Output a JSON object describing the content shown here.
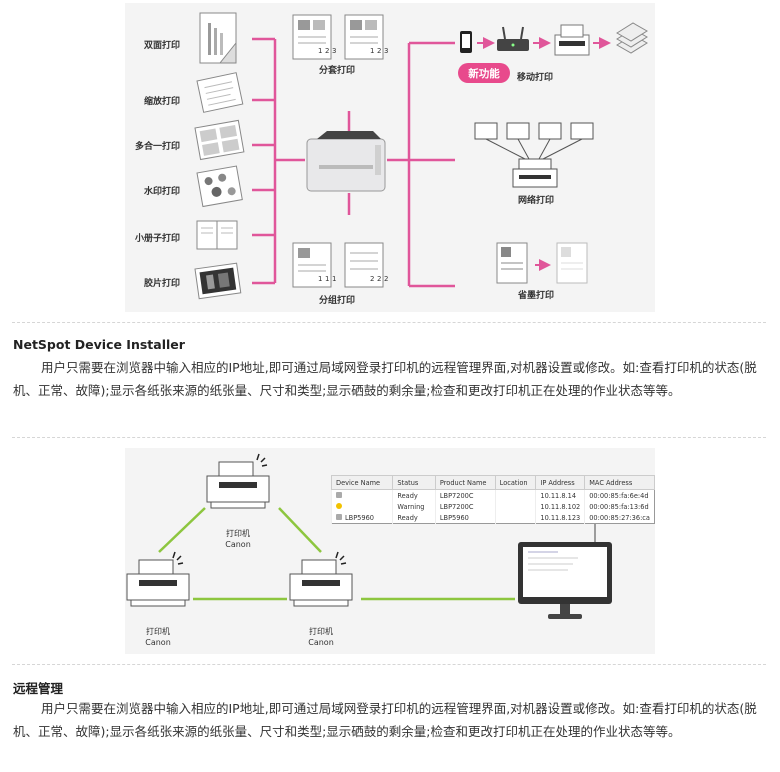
{
  "diagram1": {
    "left_labels": [
      "双面打印",
      "缩放打印",
      "多合一打印",
      "水印打印",
      "小册子打印",
      "胶片打印"
    ],
    "collate_top": {
      "label": "分套打印",
      "marks": [
        "1",
        "2",
        "3",
        "1",
        "2",
        "3"
      ]
    },
    "collate_bottom": {
      "label": "分组打印",
      "marks": [
        "1",
        "1",
        "1",
        "2",
        "2",
        "2"
      ]
    },
    "new_feature_badge": "新功能",
    "right_labels": {
      "mobile": "移动打印",
      "network": "网络打印",
      "toner_save": "省墨打印"
    }
  },
  "section1": {
    "title": "NetSpot Device Installer",
    "body": "用户只需要在浏览器中输入相应的IP地址,即可通过局域网登录打印机的远程管理界面,对机器设置或修改。如:查看打印机的状态(脱机、正常、故障);显示各纸张来源的纸张量、尺寸和类型;显示硒鼓的剩余量;检查和更改打印机正在处理的作业状态等等。"
  },
  "diagram2": {
    "printer_labels": [
      {
        "name": "打印机",
        "brand": "Canon"
      },
      {
        "name": "打印机",
        "brand": "Canon"
      },
      {
        "name": "打印机",
        "brand": "Canon"
      }
    ],
    "table": {
      "headers": [
        "Device Name",
        "Status",
        "Product Name",
        "Location",
        "IP Address",
        "MAC Address"
      ],
      "rows": [
        {
          "device": "",
          "status": "Ready",
          "product": "LBP7200C",
          "location": "",
          "ip": "10.11.8.14",
          "mac": "00:00:85:fa:6e:4d",
          "icon": "ok-icon"
        },
        {
          "device": "",
          "status": "Warning",
          "product": "LBP7200C",
          "location": "",
          "ip": "10.11.8.102",
          "mac": "00:00:85:fa:13:6d",
          "icon": "warning-icon"
        },
        {
          "device": "LBP5960",
          "status": "Ready",
          "product": "LBP5960",
          "location": "",
          "ip": "10.11.8.123",
          "mac": "00:00:85:27:36:ca",
          "icon": "ok-icon"
        }
      ]
    }
  },
  "section2": {
    "title": "远程管理",
    "body": "用户只需要在浏览器中输入相应的IP地址,即可通过局域网登录打印机的远程管理界面,对机器设置或修改。如:查看打印机的状态(脱机、正常、故障);显示各纸张来源的纸张量、尺寸和类型;显示硒鼓的剩余量;检查和更改打印机正在处理的作业状态等等。"
  },
  "colors": {
    "connector": "#e0569a",
    "network_line": "#8dc63f",
    "badge": "#e84a8c"
  }
}
